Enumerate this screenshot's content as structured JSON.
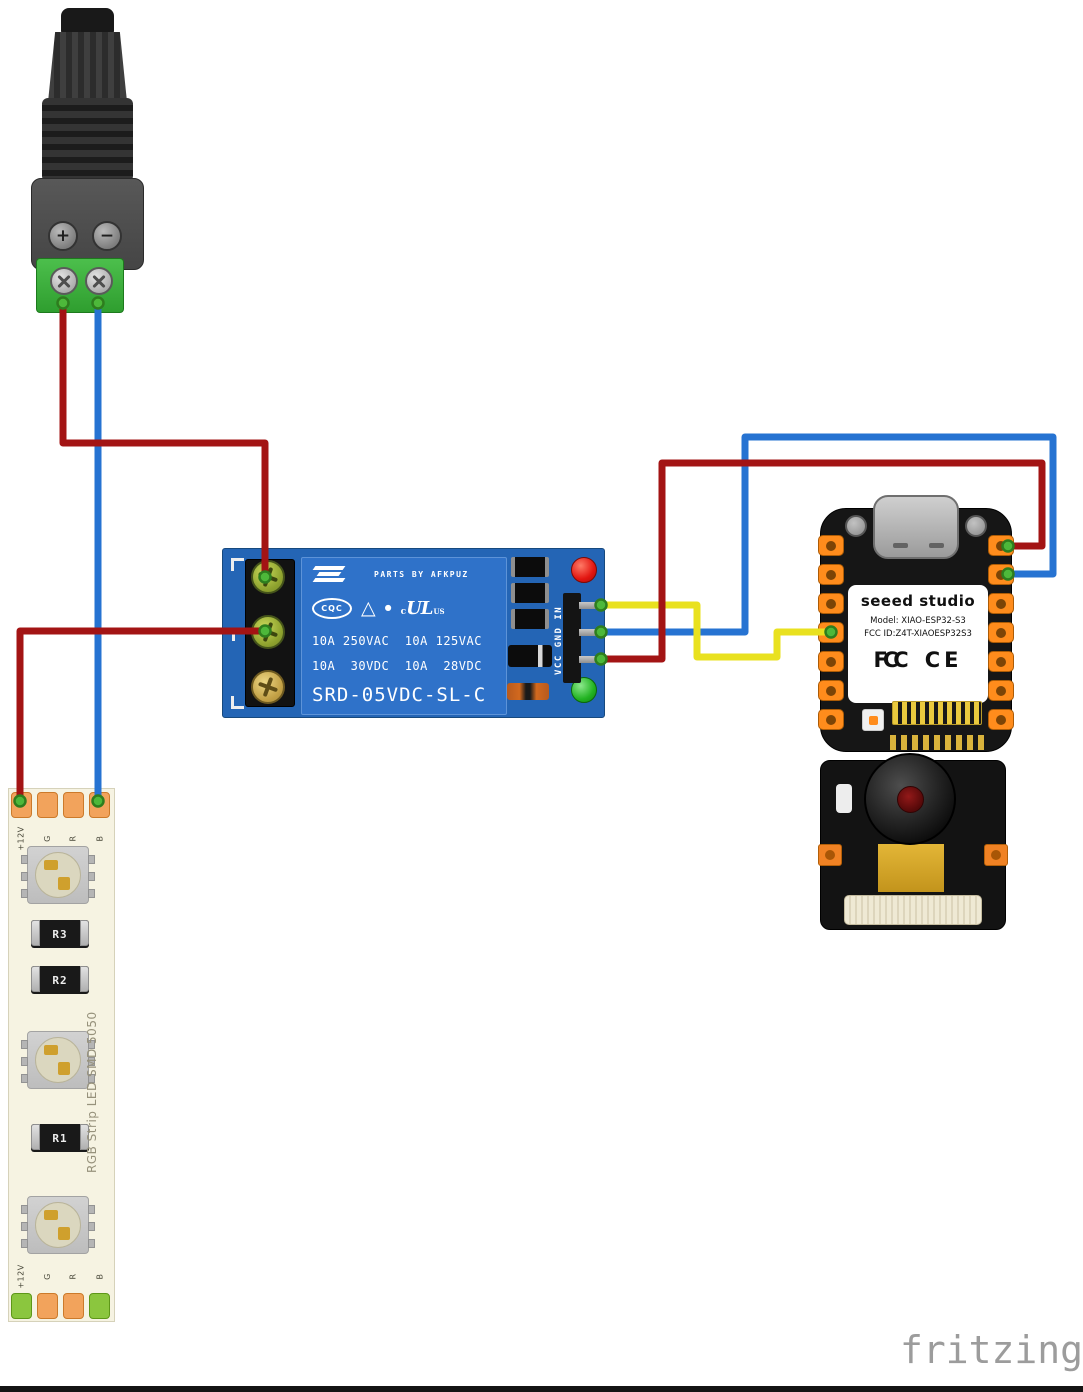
{
  "colors": {
    "wire_red": "#a31414",
    "wire_blue": "#2673d2",
    "wire_yellow": "#e9e11f",
    "dot_green": "#4db83a",
    "dot_ring": "#2e7d1e"
  },
  "jack": {
    "plus_label": "+",
    "minus_label": "−"
  },
  "relay": {
    "brand": "PARTS BY AFKPUZ",
    "cqc": "CQC",
    "triangle": "△",
    "dot": "●",
    "ul_c": "c",
    "ul": "UL",
    "ul_us": "US",
    "ratings_line1": "10A 250VAC  10A 125VAC",
    "ratings_line2": "10A  30VDC  10A  28VDC",
    "model": "SRD-05VDC-SL-C",
    "pin_labels": "VCC GND IN"
  },
  "xiao": {
    "brand": "seeed studio",
    "model_line": "Model: XIAO-ESP32-S3",
    "fcc_line": "FCC ID:Z4T-XIAOESP32S3",
    "fcc_mark": "FCC",
    "ce_mark": "CE"
  },
  "strip": {
    "pad_labels_top": [
      "+12V",
      "G",
      "R",
      "B"
    ],
    "pad_labels_bottom": [
      "+12V",
      "G",
      "R",
      "B"
    ],
    "resistors": [
      "R3",
      "R2",
      "R1"
    ],
    "title": "RGB Strip LED SMD 5050"
  },
  "watermark": "fritzing"
}
